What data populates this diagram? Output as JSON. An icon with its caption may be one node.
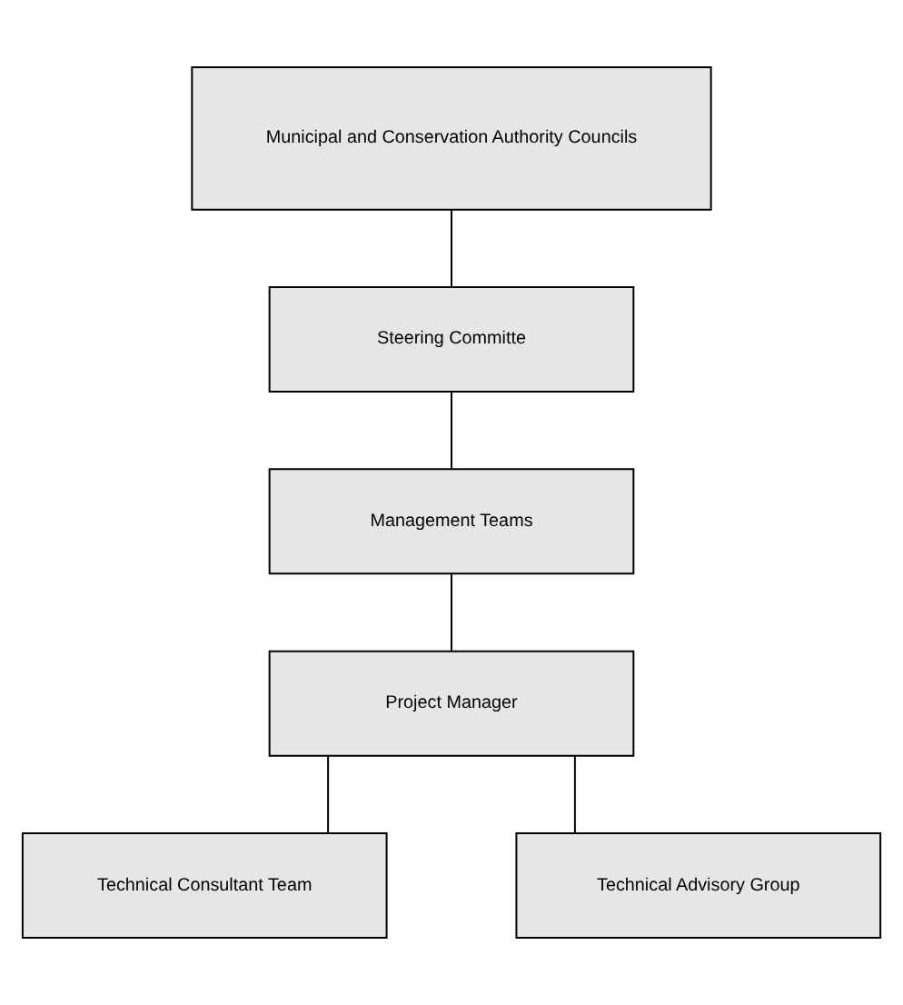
{
  "diagram": {
    "nodes": [
      {
        "text": [
          "Municipal and Conservation Authority Councils"
        ]
      },
      {
        "text": [
          "Steering Committe"
        ]
      },
      {
        "text": [
          "Management Teams"
        ]
      },
      {
        "text": [
          "Project Manager"
        ]
      },
      {
        "text": [
          "Technical Consultant Team"
        ]
      },
      {
        "text": [
          "Technical Advisory Group"
        ]
      }
    ],
    "edges": [
      {
        "from": 0,
        "to": 1,
        "arrow": "none"
      },
      {
        "from": 1,
        "to": 2,
        "arrow": "none"
      },
      {
        "from": 2,
        "to": 3,
        "arrow": "none"
      },
      {
        "from": 3,
        "to": 4,
        "arrow": "none"
      },
      {
        "from": 3,
        "to": 5,
        "arrow": "none"
      }
    ]
  }
}
